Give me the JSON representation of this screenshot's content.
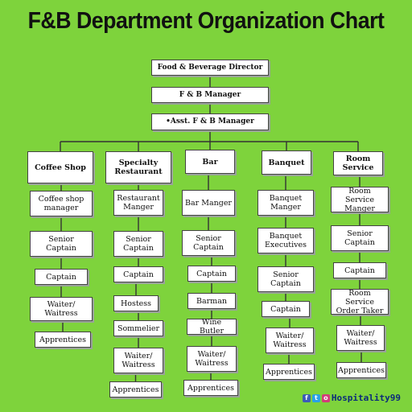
{
  "title": "F&B Department Organization Chart",
  "chain": [
    "Food & Beverage Director",
    "F & B Manager",
    "•Asst. F & B Manager"
  ],
  "columns": [
    {
      "head": "Coffee Shop",
      "roles": [
        "Coffee shop manager",
        "Senior Captain",
        "Captain",
        "Waiter/ Waitress",
        "Apprentices"
      ]
    },
    {
      "head": "Specialty Restaurant",
      "roles": [
        "Restaurant Manger",
        "Senior Captain",
        "Captain",
        "Hostess",
        "Sommelier",
        "Waiter/ Waitress",
        "Apprentices"
      ]
    },
    {
      "head": "Bar",
      "roles": [
        "Bar Manger",
        "Senior Captain",
        "Captain",
        "Barman",
        "Wine Butler",
        "Waiter/ Waitress",
        "Apprentices"
      ]
    },
    {
      "head": "Banquet",
      "roles": [
        "Banquet Manger",
        "Banquet Executives",
        "Senior Captain",
        "Captain",
        "Waiter/ Waitress",
        "Apprentices"
      ]
    },
    {
      "head": "Room Service",
      "roles": [
        "Room Service Manger",
        "Senior Captain",
        "Captain",
        "Room Service Order Taker",
        "Waiter/ Waitress",
        "Apprentices"
      ]
    }
  ],
  "footer": {
    "brand": "Hospitality99",
    "icons": [
      "facebook-icon",
      "twitter-icon",
      "instagram-icon"
    ]
  }
}
